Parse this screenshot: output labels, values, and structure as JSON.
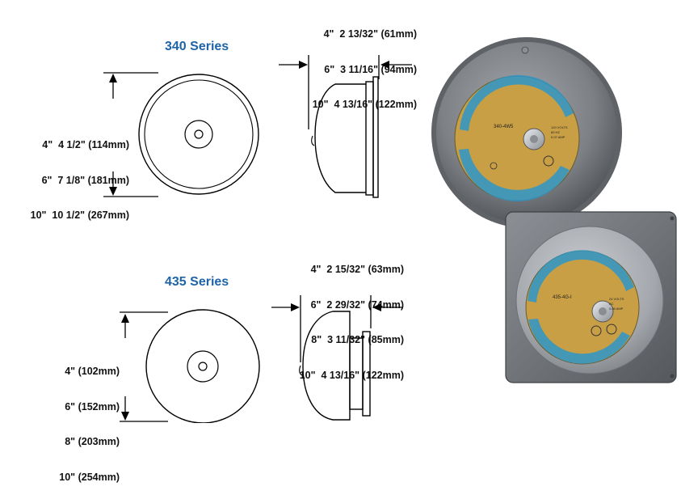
{
  "series_340": {
    "title": "340 Series",
    "diameter_lines": [
      "4\"  4 1/2\" (114mm)",
      "6\"  7 1/8\" (181mm)",
      "10\"  10 1/2\" (267mm)"
    ],
    "depth_lines": [
      "4\"  2 13/32\" (61mm)",
      "6\"  3 11/16\" (94mm)",
      "10\"  4 13/16\" (122mm)"
    ],
    "photo_text": {
      "model": "340-4W5",
      "spec_lines": [
        "120 VOLTS",
        "60 HZ",
        "0.07 AMP"
      ]
    }
  },
  "series_435": {
    "title": "435 Series",
    "diameter_lines": [
      "4\" (102mm)",
      "6\" (152mm)",
      "8\" (203mm)",
      "10\" (254mm)"
    ],
    "depth_lines": [
      "4\"  2 15/32\" (63mm)",
      "6\"  2 29/32\" (74mm)",
      "8\"  3 11/32\" (85mm)",
      "10\"  4 13/16\" (122mm)"
    ],
    "photo_text": {
      "model": "435-4G-I",
      "spec_lines": [
        "24 VOLTS",
        "AC",
        "0.06 AMP"
      ]
    }
  },
  "colors": {
    "title_blue": "#1f63a8",
    "bell_gray": "#7e8185",
    "label_gold": "#b08a3a",
    "label_blue": "#2d97c9"
  }
}
